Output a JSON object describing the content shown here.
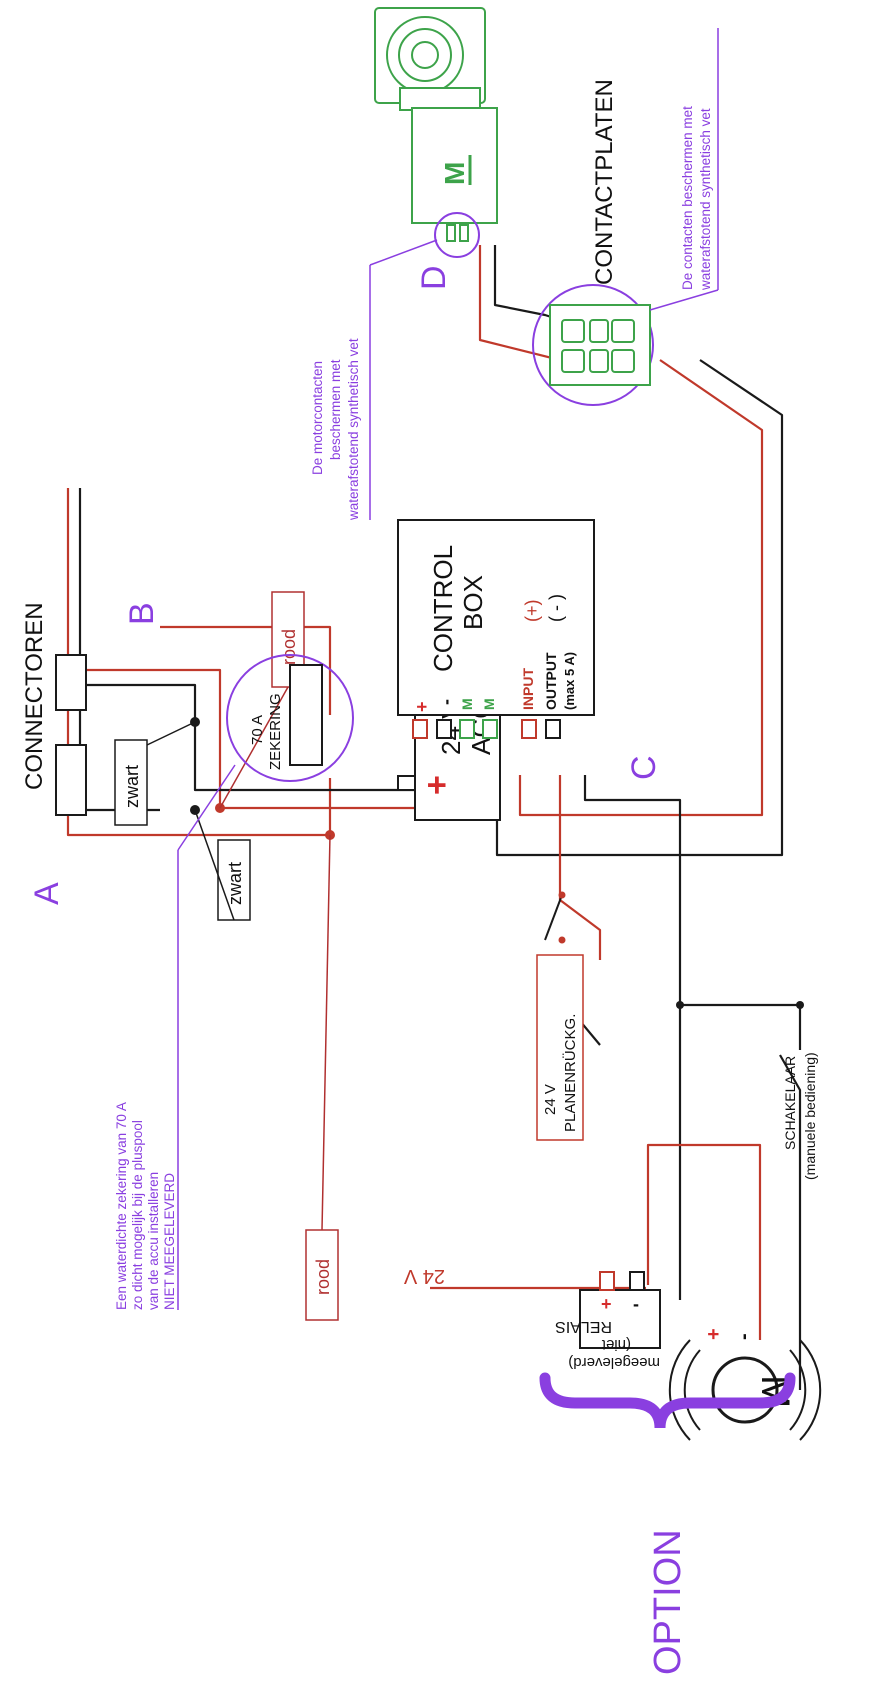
{
  "labels": {
    "connectoren": "CONNECTOREN",
    "contactplaten": "CONTACTPLATEN",
    "marker_a": "A",
    "marker_b": "B",
    "marker_c": "C",
    "marker_d": "D",
    "zwart_1": "zwart",
    "zwart_2": "zwart",
    "rood_1": "rood",
    "rood_2": "rood",
    "fuse_amp": "70 A",
    "fuse_name": "ZEKERING",
    "battery_voltage": "24 V",
    "battery_name": "ACCU",
    "battery_plus": "+",
    "battery_minus": "-",
    "control_line1": "CONTROL",
    "control_line2": "BOX",
    "input_plus": "(+)",
    "output_minus": "( - )",
    "pin_plus": "+",
    "pin_minus": "-",
    "pin_m1": "M",
    "pin_m2": "M",
    "pin_input": "INPUT",
    "pin_output": "OUTPUT",
    "pin_output_max": "(max 5 A)",
    "planen_voltage": "24 V",
    "planen_name": "PLANENRÜCKG.",
    "schakelaar": "SCHAKELAAR",
    "schakelaar_sub": "(manuele bediening)",
    "relais": "RELAIS",
    "relais_sub1": "(niet",
    "relais_sub2": "meegeleverd)",
    "relais_plus": "+",
    "relais_minus": "-",
    "supply_24v": "24 V",
    "motor_m": "M",
    "motor_plus": "+",
    "motor_minus": "-",
    "top_motor_m": "M",
    "option": "OPTION",
    "fuse_note_1": "Een waterdichte zekering van 70 A",
    "fuse_note_2": "zo dicht mogelijk bij de pluspool",
    "fuse_note_3": "van de accu installeren",
    "fuse_note_4": "NIET MEEGELEVERD",
    "motor_note_1": "De motorcontacten",
    "motor_note_2": "beschermen met",
    "motor_note_3": "waterafstotend synthetisch vet",
    "contact_note_1": "De contacten beschermen met",
    "contact_note_2": "waterafstotend synthetisch vet"
  },
  "colors": {
    "wire_red": "#c0392b",
    "wire_black": "#1a1a1a",
    "purple": "#8a3fe0",
    "green": "#3da34a",
    "label_box_red": "#b03030"
  }
}
